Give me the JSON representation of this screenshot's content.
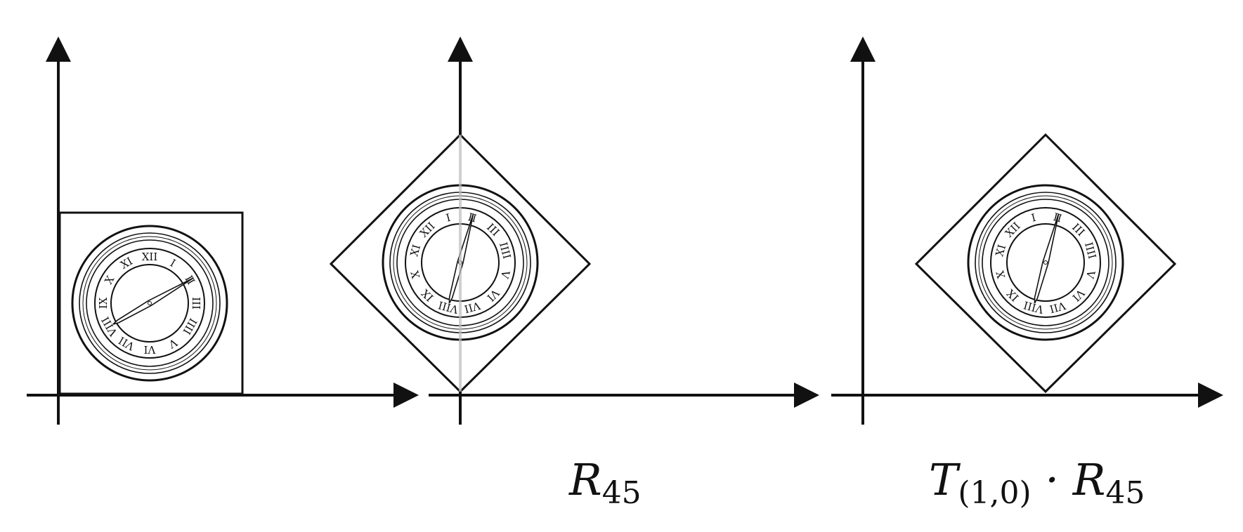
{
  "panels": [
    {
      "id": "original",
      "caption": null,
      "clock": {
        "hand_angle_deg": 60
      }
    },
    {
      "id": "rotated",
      "caption": {
        "main": "R",
        "sub": "45",
        "tail": ""
      },
      "clock": {
        "hand_angle_deg": 15
      }
    },
    {
      "id": "translated",
      "caption": {
        "main": "T",
        "sub": "(1,0)",
        "tail": " · R",
        "tail_sub": "45"
      },
      "clock": {
        "hand_angle_deg": 15
      }
    }
  ],
  "clock_numerals": [
    "XII",
    "I",
    "II",
    "III",
    "IIII",
    "V",
    "VI",
    "VII",
    "VIII",
    "IX",
    "X",
    "XI"
  ],
  "colors": {
    "ink": "#111111",
    "ghost_axis": "#bdbdbd",
    "background": "#ffffff"
  }
}
